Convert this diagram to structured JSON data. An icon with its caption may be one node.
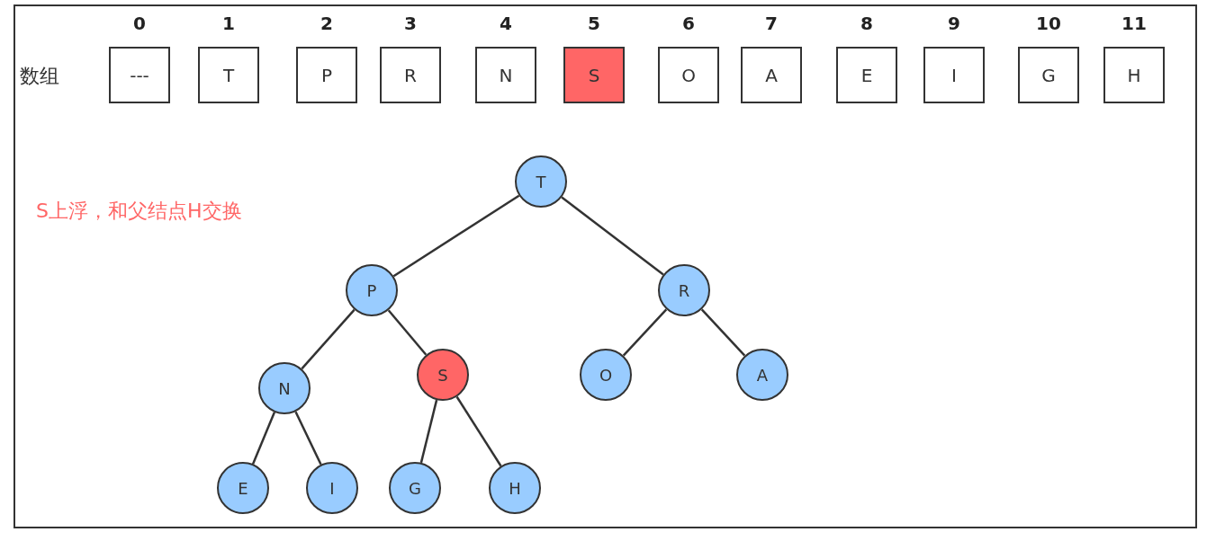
{
  "diagram": {
    "nodes": [
      {
        "text": [
          "0",
          "---"
        ]
      },
      {
        "text": [
          "1",
          "T"
        ]
      },
      {
        "text": [
          "2",
          "P"
        ]
      },
      {
        "text": [
          "3",
          "R"
        ]
      },
      {
        "text": [
          "4",
          "N"
        ]
      },
      {
        "text": [
          "5",
          "S"
        ]
      },
      {
        "text": [
          "6",
          "O"
        ]
      },
      {
        "text": [
          "7",
          "A"
        ]
      },
      {
        "text": [
          "8",
          "E"
        ]
      },
      {
        "text": [
          "9",
          "I"
        ]
      },
      {
        "text": [
          "10",
          "G"
        ]
      },
      {
        "text": [
          "11",
          "H"
        ]
      },
      {
        "text": [
          "T"
        ]
      },
      {
        "text": [
          "P"
        ]
      },
      {
        "text": [
          "R"
        ]
      },
      {
        "text": [
          "N"
        ]
      },
      {
        "text": [
          "S"
        ]
      },
      {
        "text": [
          "O"
        ]
      },
      {
        "text": [
          "A"
        ]
      },
      {
        "text": [
          "E"
        ]
      },
      {
        "text": [
          "I"
        ]
      },
      {
        "text": [
          "G"
        ]
      },
      {
        "text": [
          "H"
        ]
      }
    ],
    "edges": [
      {
        "from": 12,
        "to": 13,
        "arrow": "none"
      },
      {
        "from": 12,
        "to": 14,
        "arrow": "none"
      },
      {
        "from": 13,
        "to": 15,
        "arrow": "none"
      },
      {
        "from": 13,
        "to": 16,
        "arrow": "none"
      },
      {
        "from": 14,
        "to": 17,
        "arrow": "none"
      },
      {
        "from": 14,
        "to": 18,
        "arrow": "none"
      },
      {
        "from": 15,
        "to": 19,
        "arrow": "none"
      },
      {
        "from": 15,
        "to": 20,
        "arrow": "none"
      },
      {
        "from": 16,
        "to": 21,
        "arrow": "none"
      },
      {
        "from": 16,
        "to": 22,
        "arrow": "none"
      }
    ],
    "labels": [
      "数组",
      "S上浮，和父结点H交换"
    ]
  }
}
